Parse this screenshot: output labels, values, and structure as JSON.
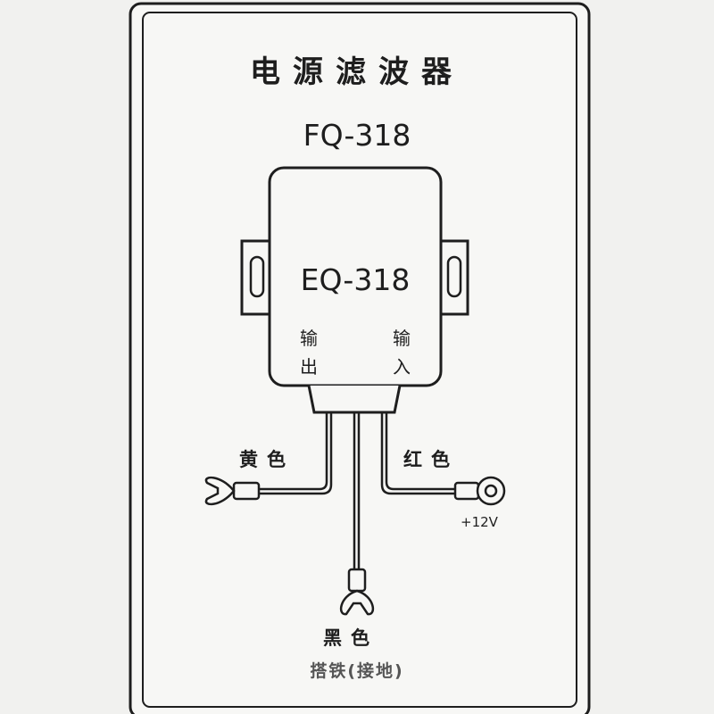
{
  "diagram": {
    "title": "电源滤波器",
    "model_outer": "FQ-318",
    "model_inner": "EQ-318",
    "output_label_1": "输",
    "output_label_2": "出",
    "input_label_1": "输",
    "input_label_2": "入",
    "wire_yellow": "黄色",
    "wire_red": "红色",
    "wire_black": "黑色",
    "voltage": "+12V",
    "ground_note": "搭铁(接地)"
  },
  "colors": {
    "paper": "#f1f1ef",
    "ink": "#1e1e1e"
  }
}
